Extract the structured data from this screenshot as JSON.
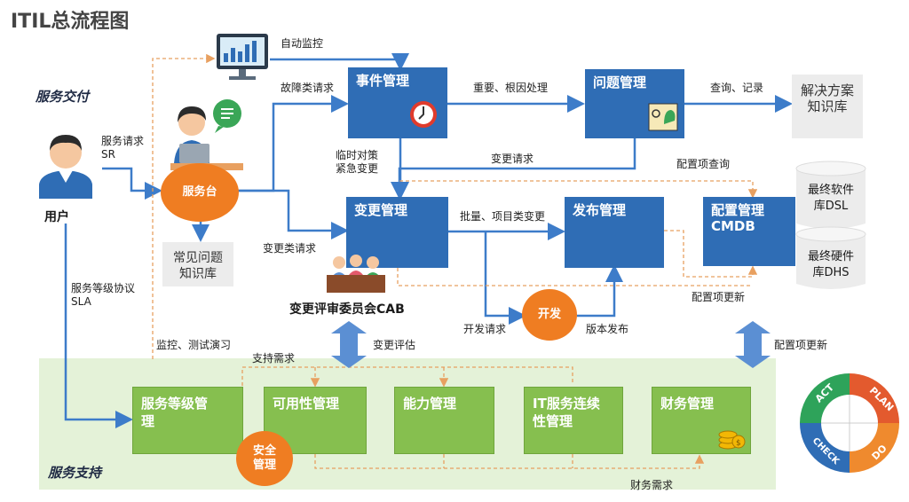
{
  "title": "ITIL总流程图",
  "sections": {
    "delivery": "服务交付",
    "support": "服务支持"
  },
  "user": {
    "label": "用户"
  },
  "service_desk": {
    "label": "服务台"
  },
  "nodes": {
    "incident": "事件管理",
    "problem": "问题管理",
    "change": "变更管理",
    "release": "发布管理",
    "cmdb_line1": "配置管理",
    "cmdb_line2": "CMDB",
    "cab": "变更评审委员会CAB"
  },
  "docs": {
    "solution_kb": [
      "解决方案",
      "知识库"
    ],
    "faq_kb": [
      "常见问题",
      "知识库"
    ],
    "dsl": [
      "最终软件",
      "库DSL"
    ],
    "dhs": [
      "最终硬件",
      "库DHS"
    ]
  },
  "circles": {
    "dev": "开发",
    "security": [
      "安全",
      "管理"
    ]
  },
  "support_boxes": [
    [
      "服务等级管",
      "理"
    ],
    [
      "可用性管理"
    ],
    [
      "能力管理"
    ],
    [
      "IT服务连续",
      "性管理"
    ],
    [
      "财务管理"
    ]
  ],
  "edge_labels": {
    "auto_monitor": "自动监控",
    "service_request": [
      "服务请求",
      "SR"
    ],
    "fault_request": "故障类请求",
    "change_class_request": "变更类请求",
    "important_root": "重要、根因处理",
    "query_record": "查询、记录",
    "change_request": "变更请求",
    "temp_emergency": [
      "临时对策",
      "紧急变更"
    ],
    "ci_query": "配置项查询",
    "batch_project": "批量、项目类变更",
    "ci_update": "配置项更新",
    "ci_update2": "配置项更新",
    "dev_request": "开发请求",
    "version_release": "版本发布",
    "change_eval": "变更评估",
    "sla": [
      "服务等级协议",
      "SLA"
    ],
    "monitor_test": "监控、测试演习",
    "support_needs": "支持需求",
    "finance_needs": "财务需求"
  },
  "pdca": {
    "act": "ACT",
    "plan": "PLAN",
    "do": "DO",
    "check": "CHECK"
  },
  "colors": {
    "blue": "#2f6db5",
    "green": "#86bf4f",
    "orange": "#ef7d22",
    "arrow": "#3d7cc9",
    "dashed": "#e8a060"
  }
}
